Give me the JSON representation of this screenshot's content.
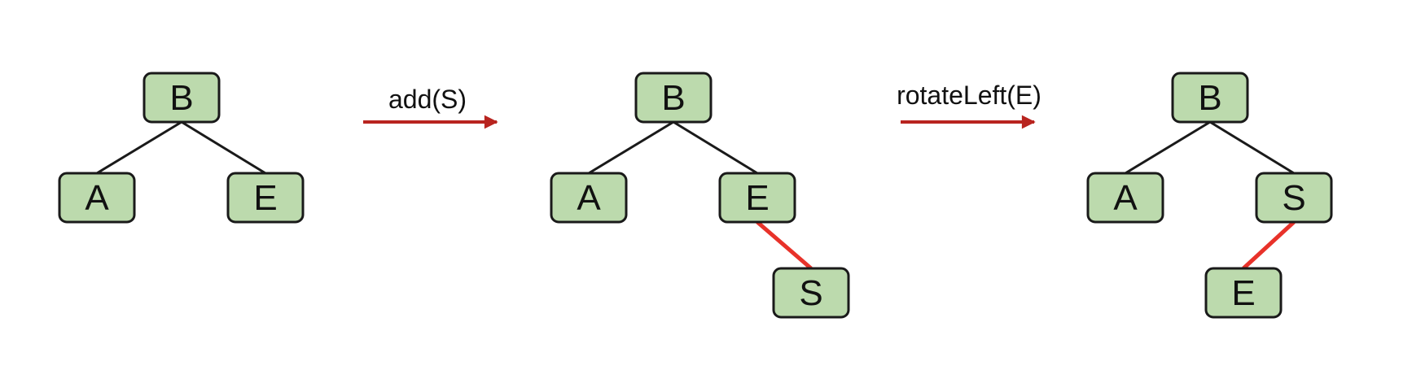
{
  "colors": {
    "node_fill": "#bcdaad",
    "node_stroke": "#1a1a1a",
    "edge": "#1a1a1a",
    "highlight_edge": "#e8322a",
    "arrow": "#b8241f"
  },
  "operations": [
    {
      "label": "add(S)"
    },
    {
      "label": "rotateLeft(E)"
    }
  ],
  "trees": [
    {
      "nodes": [
        "B",
        "A",
        "E"
      ],
      "edges": [
        {
          "from": "B",
          "to": "A",
          "highlight": false
        },
        {
          "from": "B",
          "to": "E",
          "highlight": false
        }
      ]
    },
    {
      "nodes": [
        "B",
        "A",
        "E",
        "S"
      ],
      "edges": [
        {
          "from": "B",
          "to": "A",
          "highlight": false
        },
        {
          "from": "B",
          "to": "E",
          "highlight": false
        },
        {
          "from": "E",
          "to": "S",
          "highlight": true
        }
      ]
    },
    {
      "nodes": [
        "B",
        "A",
        "S",
        "E"
      ],
      "edges": [
        {
          "from": "B",
          "to": "A",
          "highlight": false
        },
        {
          "from": "B",
          "to": "S",
          "highlight": false
        },
        {
          "from": "S",
          "to": "E",
          "highlight": true
        }
      ]
    }
  ]
}
